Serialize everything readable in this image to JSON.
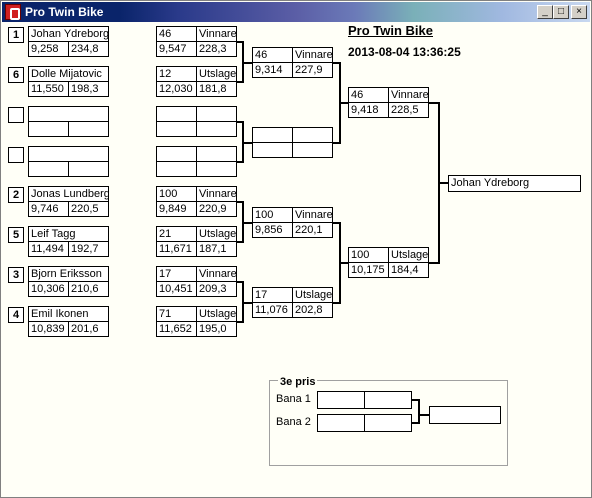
{
  "window": {
    "title": "Pro Twin Bike"
  },
  "header": {
    "title": "Pro Twin Bike",
    "datetime": "2013-08-04 13:36:25"
  },
  "seeds": [
    "1",
    "6",
    "",
    "",
    "2",
    "5",
    "3",
    "4"
  ],
  "riders": [
    {
      "name": "Johan Ydreborg",
      "time": "9,258",
      "speed": "234,8"
    },
    {
      "name": "Dolle Mijatovic",
      "time": "11,550",
      "speed": "198,3"
    },
    {
      "name": "",
      "time": "",
      "speed": ""
    },
    {
      "name": "",
      "time": "",
      "speed": ""
    },
    {
      "name": "Jonas Lundberg",
      "time": "9,746",
      "speed": "220,5"
    },
    {
      "name": "Leif Tagg",
      "time": "11,494",
      "speed": "192,7"
    },
    {
      "name": "Bjorn Eriksson",
      "time": "10,306",
      "speed": "210,6"
    },
    {
      "name": "Emil Ikonen",
      "time": "10,839",
      "speed": "201,6"
    }
  ],
  "round1": [
    {
      "id": "46",
      "result": "Vinnare",
      "time": "9,547",
      "speed": "228,3"
    },
    {
      "id": "12",
      "result": "Utslagen",
      "time": "12,030",
      "speed": "181,8"
    },
    {
      "id": "",
      "result": "",
      "time": "",
      "speed": ""
    },
    {
      "id": "",
      "result": "",
      "time": "",
      "speed": ""
    },
    {
      "id": "100",
      "result": "Vinnare",
      "time": "9,849",
      "speed": "220,9"
    },
    {
      "id": "21",
      "result": "Utslagen",
      "time": "11,671",
      "speed": "187,1"
    },
    {
      "id": "17",
      "result": "Vinnare",
      "time": "10,451",
      "speed": "209,3"
    },
    {
      "id": "71",
      "result": "Utslagen",
      "time": "11,652",
      "speed": "195,0"
    }
  ],
  "round2": [
    {
      "id": "46",
      "result": "Vinnare",
      "time": "9,314",
      "speed": "227,9"
    },
    {
      "id": "",
      "result": "",
      "time": "",
      "speed": ""
    },
    {
      "id": "100",
      "result": "Vinnare",
      "time": "9,856",
      "speed": "220,1"
    },
    {
      "id": "17",
      "result": "Utslagen",
      "time": "11,076",
      "speed": "202,8"
    }
  ],
  "semis": [
    {
      "id": "46",
      "result": "Vinnare",
      "time": "9,418",
      "speed": "228,5"
    },
    {
      "id": "100",
      "result": "Utslagen",
      "time": "10,175",
      "speed": "184,4"
    }
  ],
  "winner": "Johan Ydreborg",
  "third_place": {
    "label": "3e pris",
    "lane1": "Bana 1",
    "lane2": "Bana 2",
    "lane1_a": "",
    "lane1_b": "",
    "lane2_a": "",
    "lane2_b": "",
    "winner": ""
  }
}
